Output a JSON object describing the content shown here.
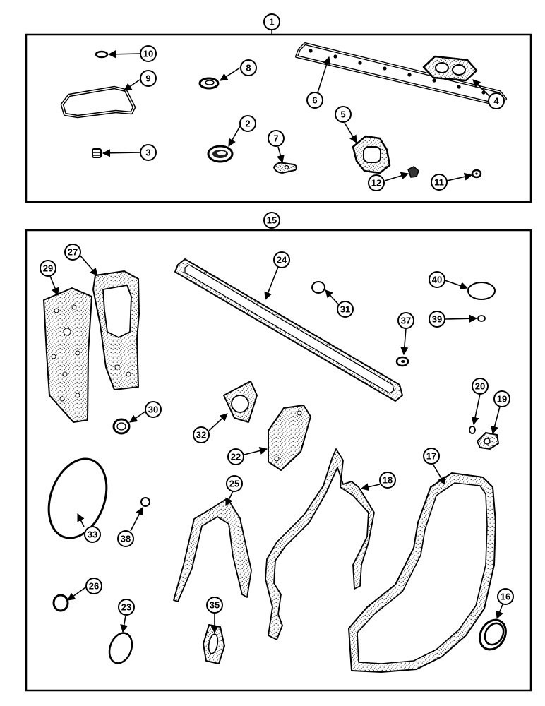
{
  "kits": [
    {
      "label": "1"
    },
    {
      "label": "15"
    }
  ],
  "callouts": {
    "c2": "2",
    "c3": "3",
    "c4": "4",
    "c5": "5",
    "c6": "6",
    "c7": "7",
    "c8": "8",
    "c9": "9",
    "c10": "10",
    "c11": "11",
    "c12": "12",
    "c16": "16",
    "c17": "17",
    "c18": "18",
    "c19": "19",
    "c20": "20",
    "c22": "22",
    "c23": "23",
    "c24": "24",
    "c25": "25",
    "c26": "26",
    "c27": "27",
    "c29": "29",
    "c30": "30",
    "c31": "31",
    "c32": "32",
    "c33": "33",
    "c35": "35",
    "c37": "37",
    "c38": "38",
    "c39": "39",
    "c40": "40"
  }
}
